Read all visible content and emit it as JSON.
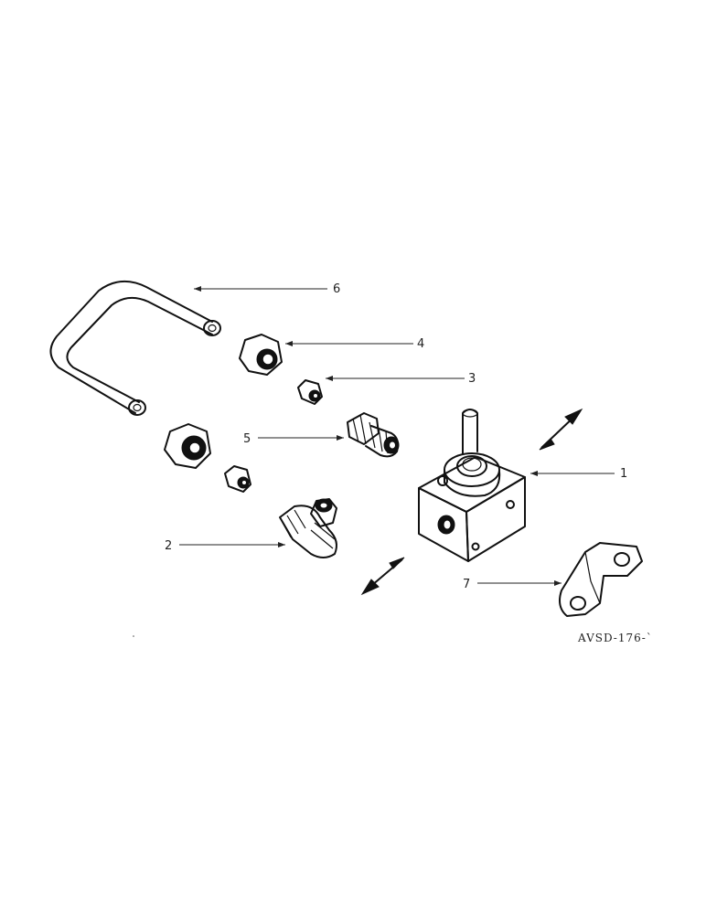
{
  "diagram": {
    "reference_code": "AVSD-176-`",
    "callouts": [
      {
        "id": "1",
        "label": "1",
        "part": "valve-block"
      },
      {
        "id": "2",
        "label": "2",
        "part": "elbow-fitting"
      },
      {
        "id": "3",
        "label": "3",
        "part": "sleeve"
      },
      {
        "id": "4",
        "label": "4",
        "part": "hex-nut"
      },
      {
        "id": "5",
        "label": "5",
        "part": "connector-fitting"
      },
      {
        "id": "6",
        "label": "6",
        "part": "u-tube"
      },
      {
        "id": "7",
        "label": "7",
        "part": "bracket"
      }
    ],
    "line_color": "#111111",
    "background": "#ffffff"
  }
}
